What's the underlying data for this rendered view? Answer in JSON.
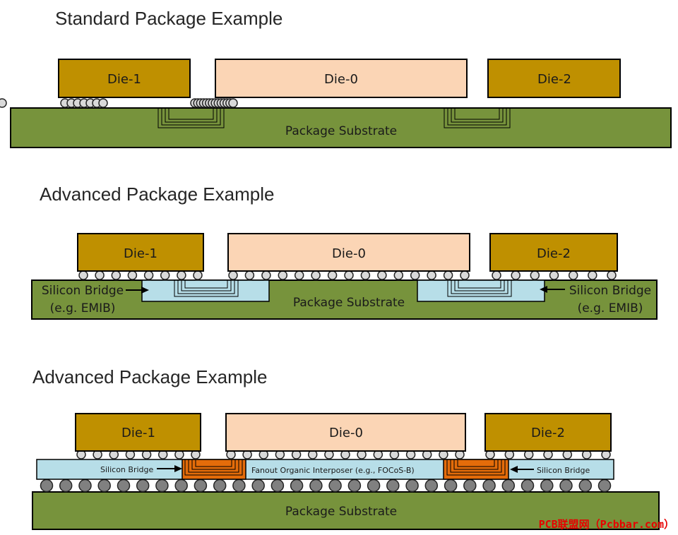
{
  "sections": [
    {
      "title": "Standard Package Example",
      "dies": [
        "Die-1",
        "Die-0",
        "Die-2"
      ],
      "substrate": "Package Substrate"
    },
    {
      "title": "Advanced Package Example",
      "dies": [
        "Die-1",
        "Die-0",
        "Die-2"
      ],
      "substrate": "Package Substrate",
      "left_bridge_label": [
        "Silicon Bridge",
        "(e.g. EMIB)"
      ],
      "right_bridge_label": [
        "Silicon Bridge",
        "(e.g. EMIB)"
      ]
    },
    {
      "title": "Advanced Package Example",
      "dies": [
        "Die-1",
        "Die-0",
        "Die-2"
      ],
      "substrate": "Package Substrate",
      "left_bridge_label": "Silicon Bridge",
      "right_bridge_label": "Silicon Bridge",
      "interposer_label": "Fanout Organic Interposer (e.g., FOCoS-B)"
    }
  ],
  "watermark": "PCB联盟网（Pcbbar.com）",
  "colors": {
    "die_side": "#bf9000",
    "die_center": "#fbd5b5",
    "substrate": "#77933c",
    "bridge": "#b7dee8",
    "interposer_trace": "#e46c0a",
    "bump": "#d9d9d9",
    "ball": "#808080"
  }
}
